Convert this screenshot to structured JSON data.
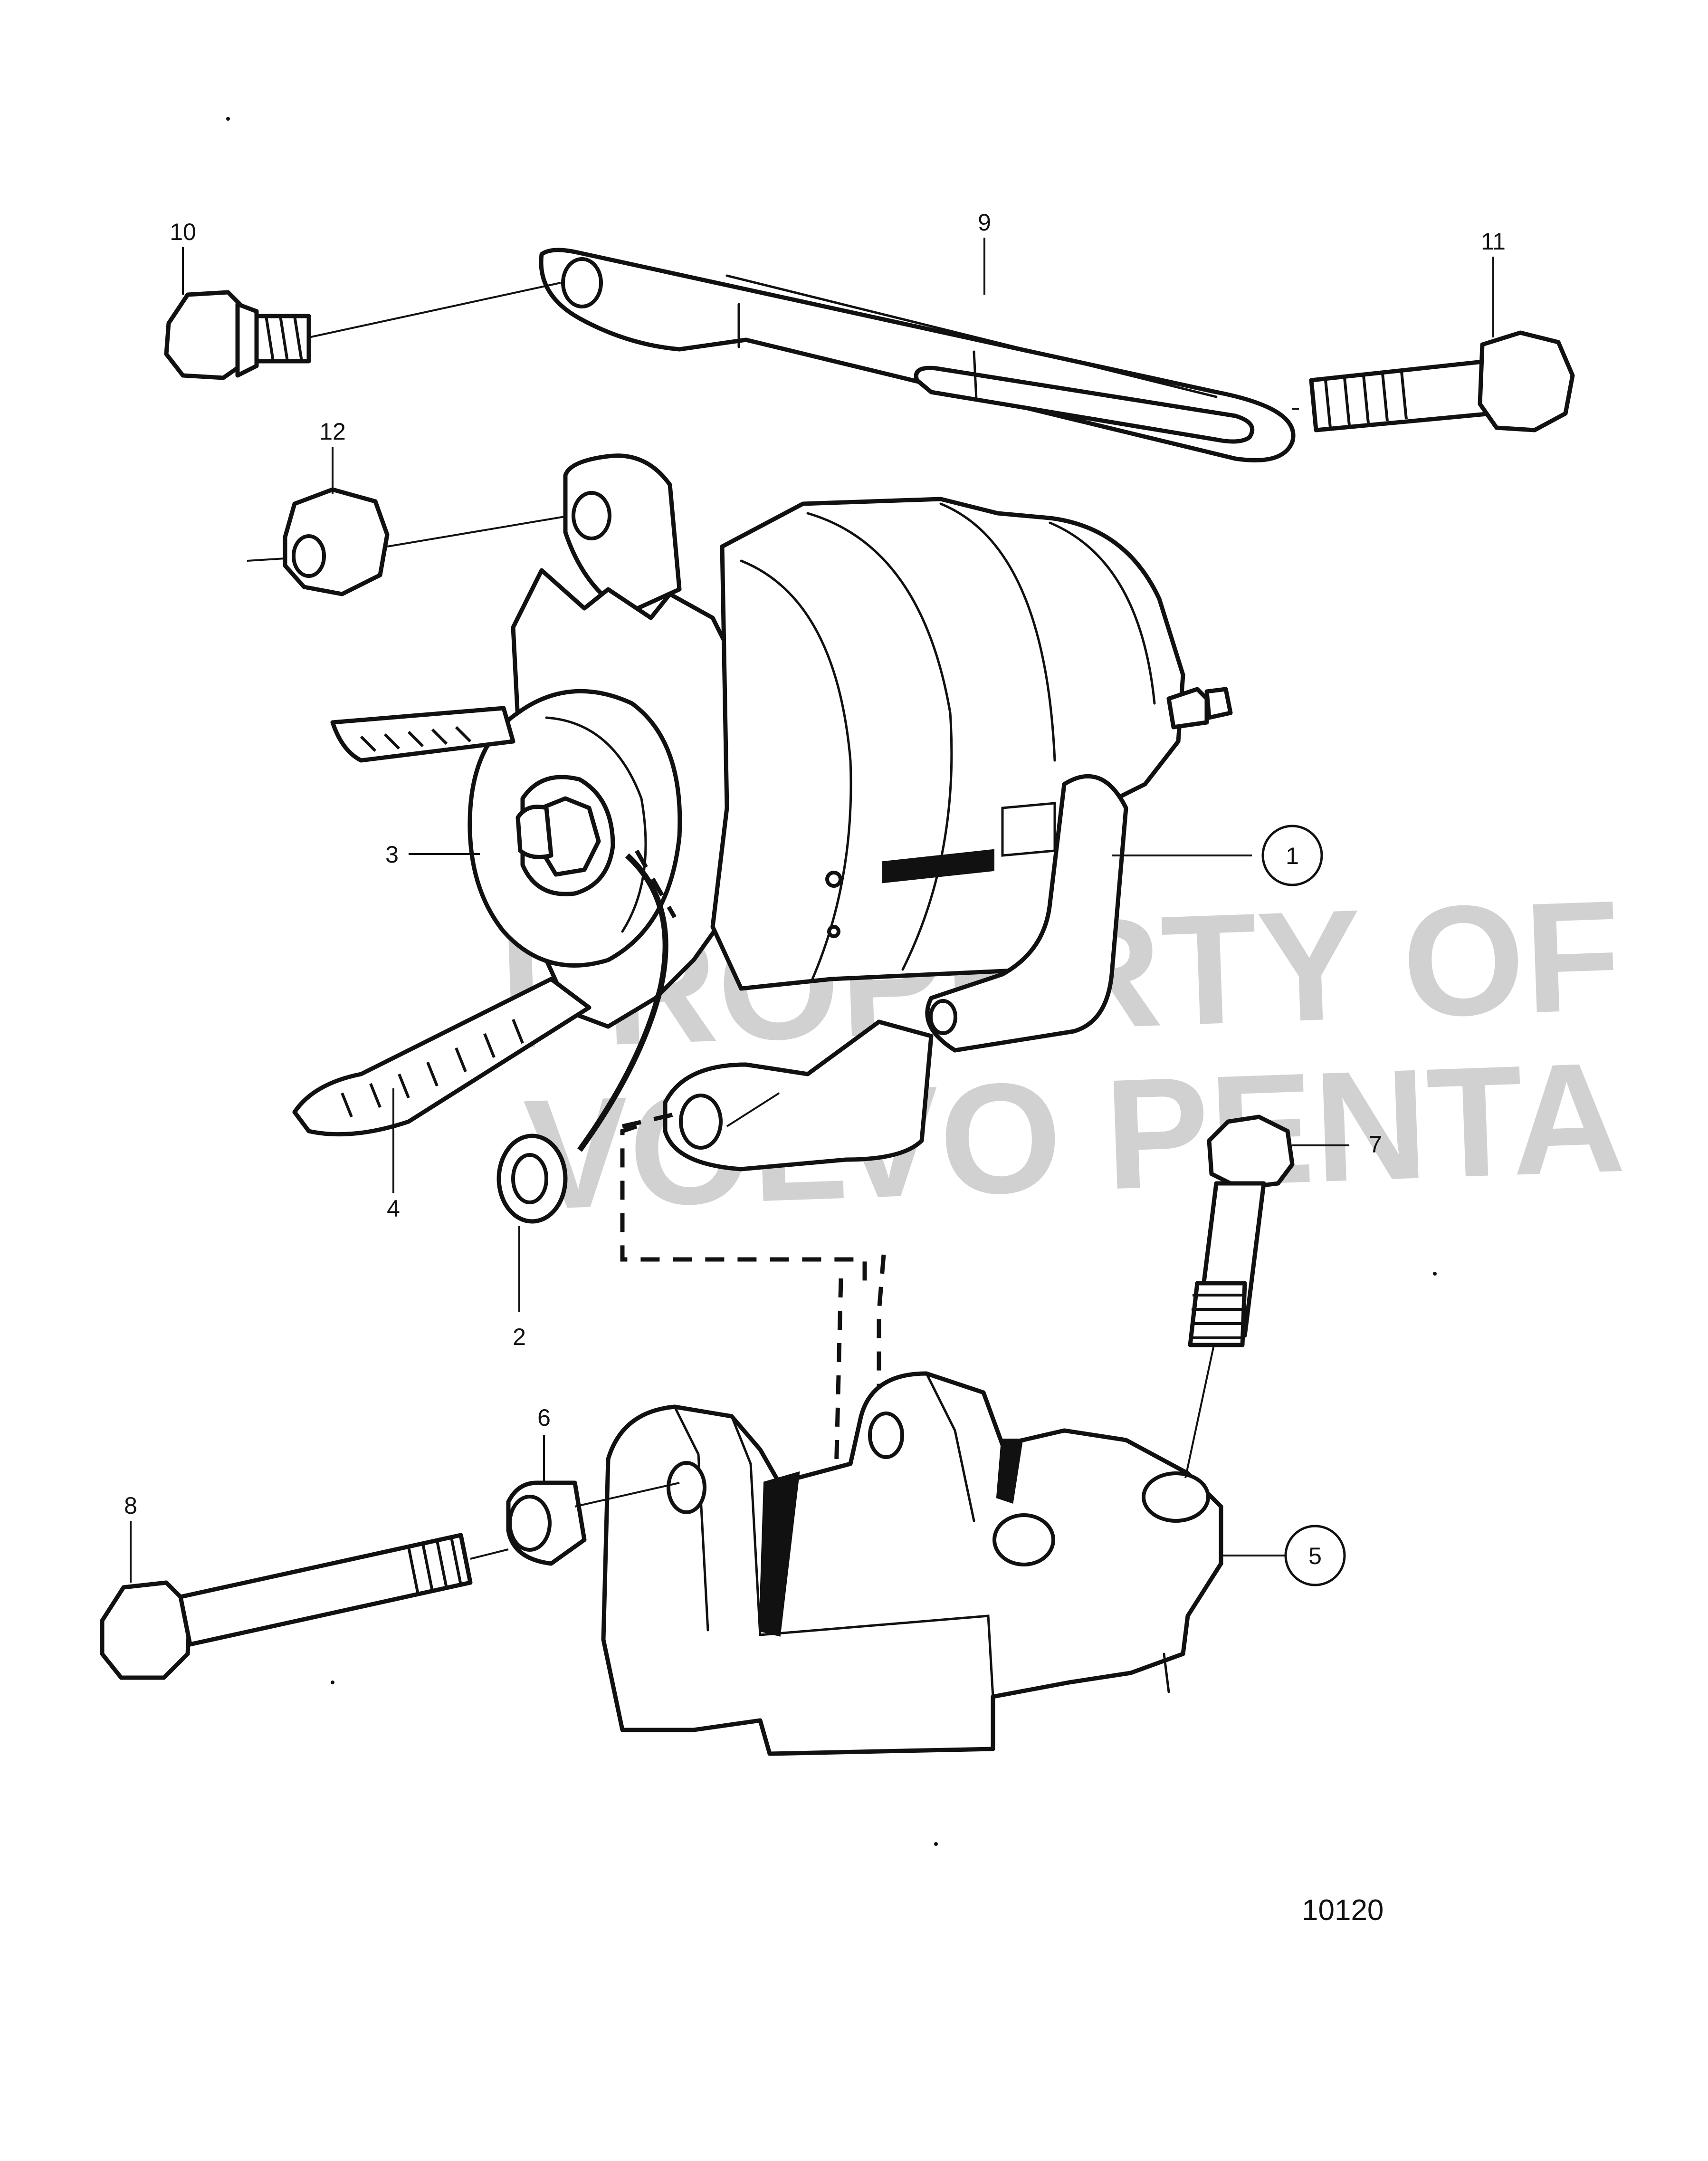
{
  "diagram": {
    "callouts": [
      {
        "number": "1",
        "name": "alternator",
        "circled": true
      },
      {
        "number": "2",
        "name": "washer",
        "circled": false
      },
      {
        "number": "3",
        "name": "pulley",
        "circled": false
      },
      {
        "number": "4",
        "name": "v-belt",
        "circled": false
      },
      {
        "number": "5",
        "name": "bracket",
        "circled": true
      },
      {
        "number": "6",
        "name": "spacer-sleeve",
        "circled": false
      },
      {
        "number": "7",
        "name": "flange-screw",
        "circled": false
      },
      {
        "number": "8",
        "name": "hex-bolt",
        "circled": false
      },
      {
        "number": "9",
        "name": "tension-bar",
        "circled": false
      },
      {
        "number": "10",
        "name": "flange-screw",
        "circled": false
      },
      {
        "number": "11",
        "name": "flange-screw",
        "circled": false
      },
      {
        "number": "12",
        "name": "flange-nut",
        "circled": false
      }
    ],
    "figure_number": "10120",
    "watermark": {
      "line1": "PROPERTY OF",
      "line2": "VOLVO PENTA"
    }
  }
}
